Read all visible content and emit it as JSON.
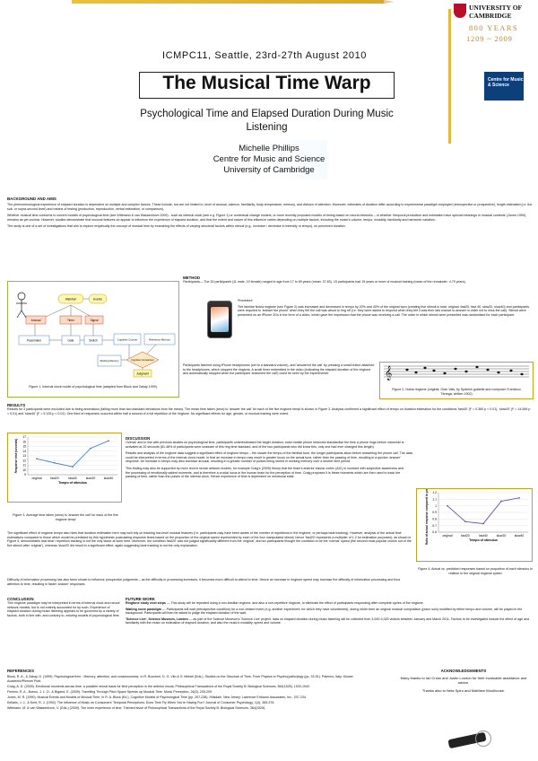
{
  "header": {
    "conference": "ICMPC11, Seattle, 23rd-27th August 2010",
    "title": "The Musical Time Warp",
    "subtitle": "Psychological Time and Elapsed Duration During Music Listening",
    "author": "Michelle Phillips",
    "dept": "Centre for Music and Science",
    "univ": "University of Cambridge",
    "cam_logo": "UNIVERSITY OF CAMBRIDGE",
    "anniv_line1": "800 YEARS",
    "anniv_line2": "1209 ~ 2009",
    "cms_logo": "Centre for Music & Science"
  },
  "background": {
    "heading": "BACKGROUND AND AIMS",
    "p1": "The phenomenological experience of elapsed duration is dependent on multiple and complex factors. These include, but are not limited to, level of arousal, valence, familiarity, body temperature, memory, and division of attention. Moreover, estimates of duration differ according to experimental paradigm employed (retrospective or prospective), length estimated (i.e. the sub- or supra-second level) and means of testing (production, reproduction, verbal estimation, or comparison).",
    "p2": "Whether musical time conforms to current models of psychological time (see Wittmann & van Wassenhove 2009) - such as internal clock (see e.g. Figure 1) or contextual change models, or more recently proposed models of timing based on neural networks – or whether 'temporal production and estimation have special meanings in musical contexts' (Jones 1990), remains as yet unclear. However, studies demonstrate that musical features do appear to influence the experience of elapsed duration, and that the extent and nature of this influence varies depending on multiple factors, including the music's volume, tempo, modality, familiarity and harmonic variation.",
    "p3": "The study is one of a set of investigations that aim to explore empirically the concept of musical time by examining the effects of varying structural factors within stimuli (e.g., increase / decrease in intensity or tempo), on perceived duration."
  },
  "figure1": {
    "caption": "Figure 1. Internal clock model of psychological time (adapted from Block and Zakay 1999).",
    "nodes": [
      "Attention",
      "Events",
      "Arousal",
      "Timer",
      "Signal",
      "Pacemaker",
      "Gate",
      "Switch",
      "Cognitive Counter",
      "Reference Memory",
      "Working Memory",
      "Cognitive Comparison",
      "Judgment"
    ]
  },
  "method": {
    "heading": "METHOD",
    "participants_label": "Participants",
    "participants": "— The 30 participants (11 male, 19 female) ranged in age from 17 to 69 years (mean: 37.83). 15 participants had 15 years or more of musical training (mean of the remainder: 4.79 years).",
    "procedure_label": "Procedure",
    "procedure": "The familiar Nokia ringtone (see Figure 2) was increased and decreased in tempo by 20% and 40% of the original bpm (creating five stimuli in total; original, fast20, fast 40, slow20, slow40) and participants were required to 'answer the phone' when they felt the call was about to ring off (i.e. they were asked to respond when they felt it was their last chance to answer in order not to miss the call). Stimuli were presented on an iPhone 3Gs in the form of a video, which gave the impression that the phone was receiving a call. The order in which stimuli were presented was randomised for each participant.",
    "procedure2": "Participants listened using iPhone headphones (set to a standard volume), and 'answered the call' by pressing a small button attached to the headphones, which stopped the ringtone. A small timer embedded in the video (indicating the elapsed duration of the ringtone and automatically stopped when the participant 'answered the call') could be seen by the experimenter."
  },
  "figure2": {
    "caption": "Figure 2. Nokia ringtone (original; Gran Vals, by Spanish guitarist and composer Francisco Tárrega, written 1902)"
  },
  "results": {
    "heading": "RESULTS",
    "text": "Results for 3 participants were excluded due to being anomalous (falling more than two standard deviations from the mean). The mean time taken (secs) to 'answer the call' for each of the five ringtone tempi is shown in Figure 3. Analysis confirmed a significant effect of tempo on duration estimation for the conditions 'fast40' (F = 0.360 p < 0.01), 'slow20' (F = 14.559 p < 0.01) and 'slow40' (F = 9.125 p < 0.01). One third of responses occurred within half a second of a full repetition of the ringtone. No significant effects for age, gender, or musical training were noted."
  },
  "figure3": {
    "caption": "Figure 3. Average time taken (secs) to 'answer the call' for each of the five ringtone tempi",
    "chart_data": {
      "type": "line",
      "categories": [
        "original",
        "fast20",
        "fast40",
        "slow20",
        "slow40"
      ],
      "values": [
        12.4,
        11.5,
        10.7,
        14.6,
        16.2
      ],
      "xlabel": "Tempo of stimulus",
      "ylabel": "Response time (seconds)",
      "ylim": [
        9,
        17
      ],
      "yticks": [
        9,
        10,
        11,
        12,
        13,
        14,
        15,
        16,
        17
      ],
      "grid": true,
      "color": "#4a86c8"
    }
  },
  "discussion": {
    "heading": "DISCUSSION",
    "p1": "Overall, and in line with previous studies on psychological time, participants underestimated the target duration; most mobile phone networks standardise the time a phone rings before voicemail is activated at 20 seconds (81.48% of participants were unaware of this ring time standard, and of the two participants who did know this, only one had ever changed this length).",
    "p2": "Results and analysis of the ringtone data suggest a significant effect of ringtone tempo – the slower the tempo of the familiar tune, the longer participants allow before answering the phone call. The data could be interpreted in terms of the internal clock model, in that an increase in tempo may result in greater focus on the actual tune, rather than the passing of time, resulting in a quicker 'answer' response. An increase in tempo may also increase arousal, resulting in a greater number of pulses being stored in working memory over a shorter time period.",
    "p3": "This finding may also be supported by more recent neural network models, for example Craig's (2009) theory that the brain's anterior insular cortex (AIC) is involved with subjective awareness and the processing of emotionally salient moments, and is therefore a crucial locus in the human brain for the perception of time. Craig proposes it is these moments which are then used to track the passing of time, rather than the pulses of the internal clock. Hence experience of time is dependent on emotional state.",
    "p4": "The significant effect of ringtone tempo also hints that duration estimation here may well rely on tracking low-level musical features (i.e. participants may have been aware of the number of repetitions in the ringtone, or perhaps beat tracking). However, analysis of the actual time estimations compared to those which would be predicted by this hypothesis (calculating response times based on the proportion of the original speed represented by each of the four manipulated stimuli, hence 'fast20' represents a multiplier of 1.2 for estimation purposes), as shown in Figure 4, demonstrates that beat / repetition tracking is not the only factor at work here. Moreover, the condition 'fast20' was not judged significantly different from the 'original', and six participants thought the condition to be the 'normal' speed (the second most popular choice out of the five stimuli after 'original'), whereas 'slow20' did result in a significant effect, again suggesting beat tracking is not the only explanation.",
    "p5": "Difficulty of information processing has also been shown to influence prospective judgments – as the difficulty in processing increases, it becomes more difficult to attend to time. Hence an increase in ringtone speed may increase the difficulty of information processing and thus attention to time, resulting in faster 'answer' responses."
  },
  "figure4": {
    "caption": "Figure 4. Actual vs. predicted responses based on proportion of each stimulus in relation to the original ringtone speed",
    "chart_data": {
      "type": "line",
      "categories": [
        "original",
        "fast20",
        "fast40",
        "slow20",
        "slow40"
      ],
      "values": [
        1.0,
        0.76,
        0.73,
        1.07,
        1.12
      ],
      "xlabel": "Tempo of stimulus",
      "ylabel": "Ratio of actual response compared to predicted",
      "ylim": [
        0.6,
        1.2
      ],
      "yticks": [
        0.6,
        0.7,
        0.8,
        0.9,
        1,
        1.1,
        1.2
      ],
      "grid": true,
      "color": "#6e56a8"
    }
  },
  "conclusion": {
    "heading": "CONCLUSION",
    "text": "This ringtone paradigm may be interpreted in terms of internal clock and neural network models, but is not entirely accounted for by such. Experience of elapsed duration during music listening appears to be governed by a variety of factors, both in line with, and contrary to, existing models of psychological time."
  },
  "future": {
    "heading": "FUTURE WORK",
    "l1_label": "Ringtone study next steps",
    "l1": "— This study will be repeated using a non-familiar ringtone, and also a non-repetitive ringtone, to eliminate the effect of participants responding after complete cycles of the ringtone.",
    "l2_label": "Waiting room paradigm",
    "l2": "— Participants will wait (retrospective condition) for a non-related event (e.g. another experiment, for which they have volunteered), during which time an original musical composition (piano solo) modified by either tempo and volume, will be played in the background. Participants will then be asked to judge the elapsed duration of the wait.",
    "l3_label": "'Science Live', Science Museum, London",
    "l3": "— as part of the Science Museum's 'Science Live' project, data on elapsed duration during music listening will be collected from 3,000-4,000 visitors between January and March 2011. Factors to be investigated include the effect of age and familiarity with the music on estimation of elapsed duration, and also the music's modality, speed and volume."
  },
  "references": {
    "heading": "REFERENCES",
    "items": [
      "Block, R. A., & Zakay, D. (1999). Psychological time - Memory, attention, and consciousness. In R. Buccheri, D. G. Vito & S. Metzel (Eds.), Studies on the Structure of Time, From Physics to Psycho(patho)logy (pp. 33-51). Palermo, Italy: Kluwer Academic/Plenum Publ.",
      "Craig, A. D. (2009). Emotional moments across time: a possible neural basis for time perception in the anterior insula. Philosophical Transactions of the Royal Society B: Biological Sciences, 364(1525), 1933-1942.",
      "Firmino, É. A., Bueno, J. L. O., & Bigand, E. (2009). Travelling Through Pitch Space Speeds up Musical Time. Music Perception, 26(3), 205-209.",
      "Jones, M. R. (1990). Musical Events and Models of Musical Time. In R. A. Block (Ed.), Cognitive Models of Psychological Time (pp. 207-238). Hillsdale, New Jersey: Lawrence Erlbaum Associates, Inc., 207-234.",
      "Kellaris, J. J., & Kent, R. J. (1992). The Influence of Music on Consumers' Temporal Perceptions: Does Time Fly When You're Having Fun? Journal of Consumer Psychology, 1(4), 365-376.",
      "Wittmann, M. & van Wassenhove, V. (Eds.) (2009). The inner experience of time. Themed issue of Philosophical Transactions of the Royal Society B: Biological Sciences, 364(1525)."
    ]
  },
  "acknowledgements": {
    "heading": "ACKNOWLEDGEMENTS",
    "text1": "Many thanks to Ian Cross and Justin London for their invaluable assistance and advice.",
    "text2": "Thanks also to Neta Spiro and Matthew Woolhouse."
  }
}
